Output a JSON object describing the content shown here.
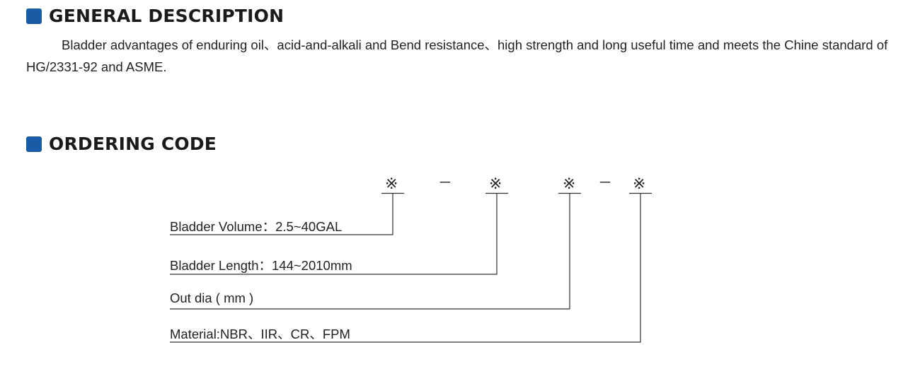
{
  "general": {
    "title": "GENERAL DESCRIPTION",
    "text": "Bladder advantages of enduring oil、acid-and-alkali and Bend resistance、high strength and long useful time and meets the Chine standard of HG/2331-92 and ASME."
  },
  "ordering": {
    "title": "ORDERING CODE",
    "symbol": "※",
    "separator": "－",
    "labels": [
      "Bladder Volume：2.5~40GAL",
      "Bladder Length：144~2010mm",
      "Out dia ( mm )",
      "Material:NBR、IIR、CR、FPM"
    ]
  },
  "colors": {
    "accent": "#1a5ba6"
  }
}
